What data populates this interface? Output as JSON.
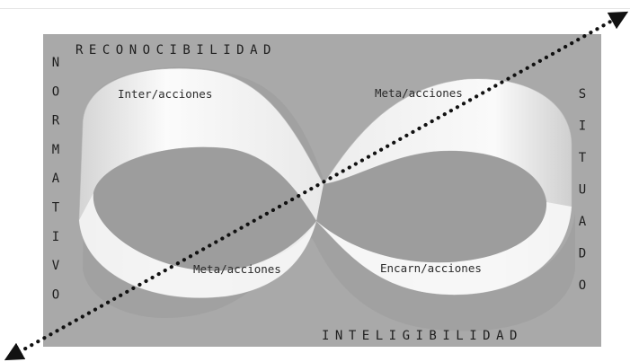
{
  "labels": {
    "top": "RECONOCIBILIDAD",
    "bottom": "INTELIGIBILIDAD",
    "left": "NORMATIVO",
    "right": "SITUADO"
  },
  "quadrants": {
    "top_left": "Inter/acciones",
    "top_right": "Meta/acciones",
    "bottom_left": "Meta/acciones",
    "bottom_right": "Encarn/acciones"
  },
  "colors": {
    "panel": "#a9a9a9",
    "band": "#f2f2f2",
    "band_shadow": "#c9c9c9",
    "hole": "#9b9b9b",
    "text": "#1e1e1e",
    "arrow": "#111111"
  }
}
